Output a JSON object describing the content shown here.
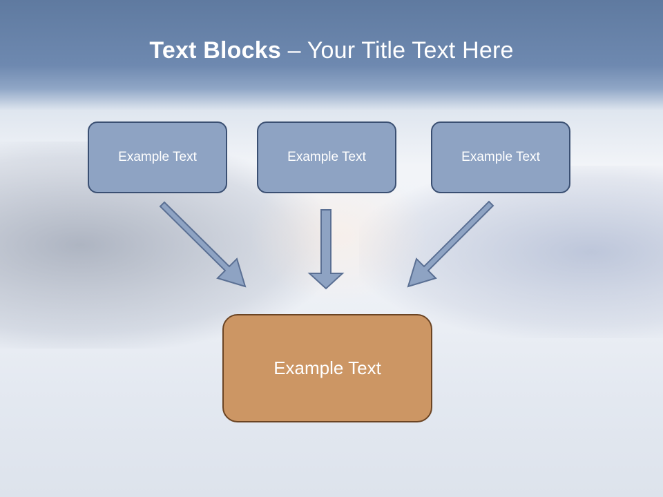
{
  "title": {
    "bold": "Text Blocks",
    "dash": " – ",
    "rest": "Your Title Text Here"
  },
  "boxes": [
    {
      "label": "Example Text"
    },
    {
      "label": "Example Text"
    },
    {
      "label": "Example Text"
    }
  ],
  "result_box": {
    "label": "Example Text"
  },
  "colors": {
    "box_fill": "#8ea3c3",
    "box_border": "#3a4f72",
    "result_fill": "#cc9664",
    "result_border": "#6b4423",
    "arrow_fill": "#8ea3c3"
  }
}
